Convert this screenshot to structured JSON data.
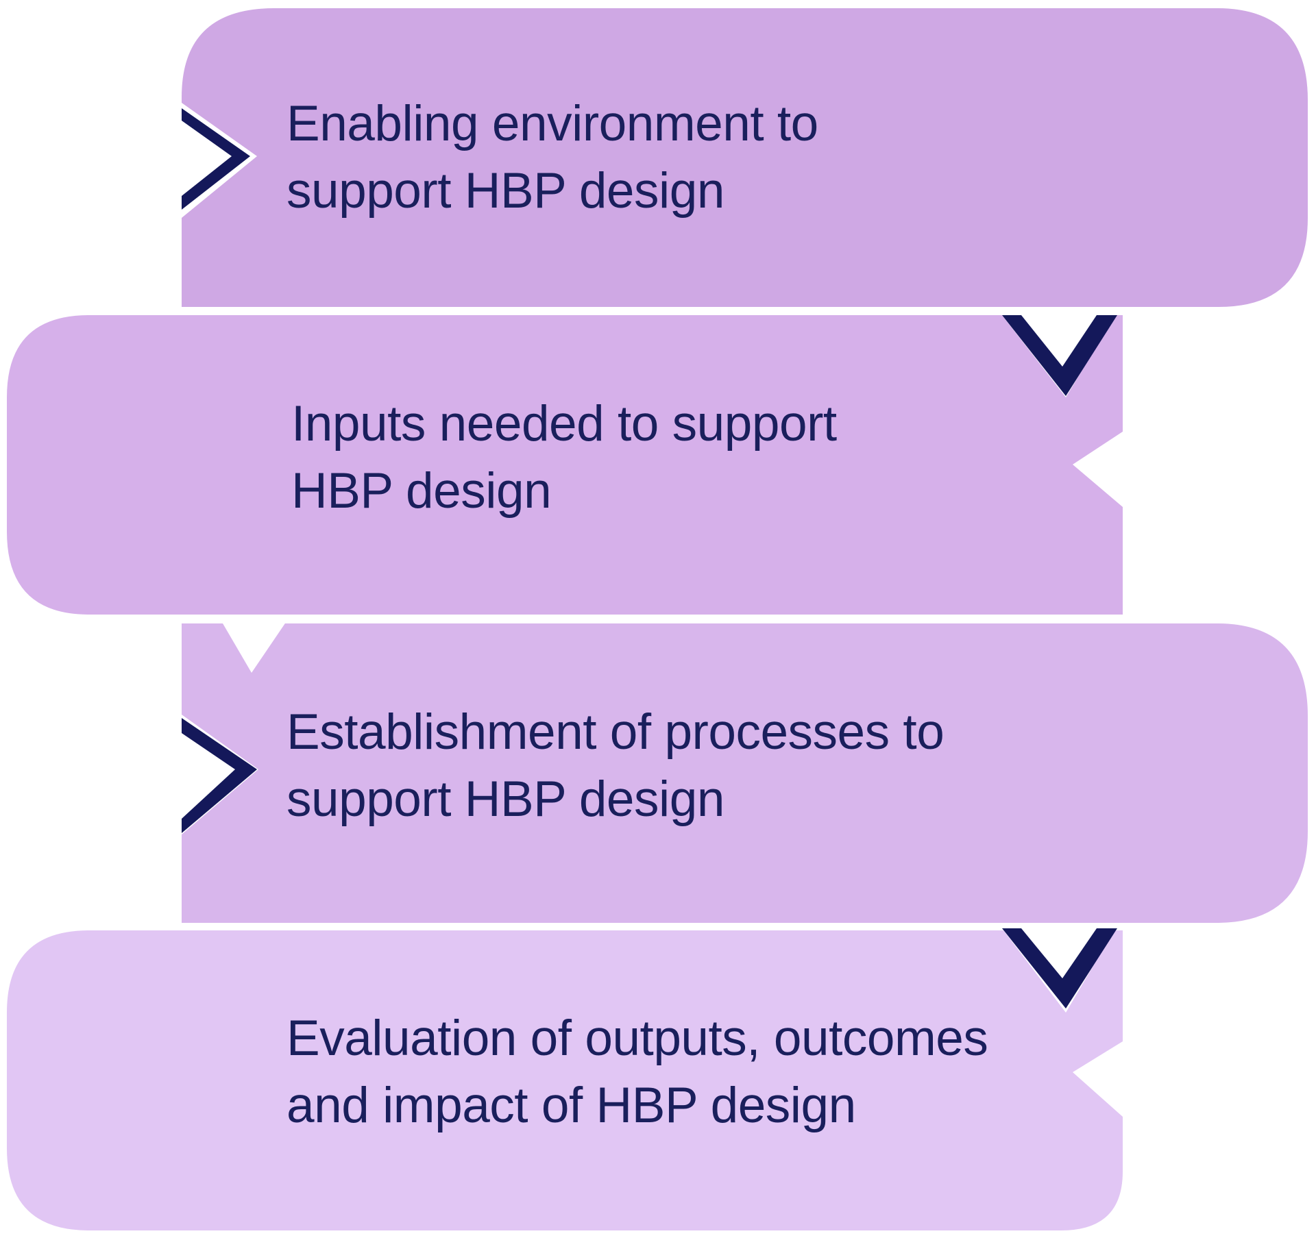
{
  "colors": {
    "box_1": "#cfa8e4",
    "box_2": "#d6b0ea",
    "box_3": "#d8b6ec",
    "box_4": "#e1c6f4",
    "chevron": "#14185a",
    "text": "#1a1f5c",
    "background": "#ffffff"
  },
  "steps": [
    {
      "line1": "Enabling environment to",
      "line2": "support HBP design"
    },
    {
      "line1": "Inputs needed to support",
      "line2": "HBP design"
    },
    {
      "line1": "Establishment of processes to",
      "line2": "support HBP design"
    },
    {
      "line1": "Evaluation of outputs, outcomes",
      "line2": "and impact of HBP design"
    }
  ]
}
